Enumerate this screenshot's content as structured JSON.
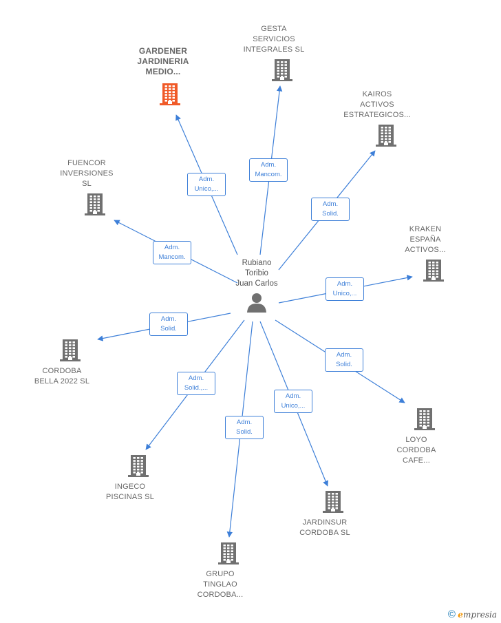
{
  "center": {
    "name": "Rubiano\nToribio\nJuan Carlos"
  },
  "companies": [
    {
      "id": "gardener",
      "name": "GARDENER\nJARDINERIA\nMEDIO...",
      "role": "Adm.\nUnico,...",
      "highlight": true
    },
    {
      "id": "gesta",
      "name": "GESTA\nSERVICIOS\nINTEGRALES SL",
      "role": "Adm.\nMancom.",
      "highlight": false
    },
    {
      "id": "kairos",
      "name": "KAIROS\nACTIVOS\nESTRATEGICOS...",
      "role": "Adm.\nSolid.",
      "highlight": false
    },
    {
      "id": "fuencor",
      "name": "FUENCOR\nINVERSIONES\nSL",
      "role": "Adm.\nMancom.",
      "highlight": false
    },
    {
      "id": "kraken",
      "name": "KRAKEN\nESPAÑA\nACTIVOS...",
      "role": "Adm.\nUnico,...",
      "highlight": false
    },
    {
      "id": "cordoba-bella",
      "name": "CORDOBA\nBELLA 2022  SL",
      "role": "Adm.\nSolid.",
      "highlight": false
    },
    {
      "id": "loyo",
      "name": "LOYO\nCORDOBA\nCAFE...",
      "role": "Adm.\nSolid.",
      "highlight": false
    },
    {
      "id": "ingeco",
      "name": "INGECO\nPISCINAS  SL",
      "role": "Adm.\nSolid.,...",
      "highlight": false
    },
    {
      "id": "jardinsur",
      "name": "JARDINSUR\nCORDOBA  SL",
      "role": "Adm.\nUnico,...",
      "highlight": false
    },
    {
      "id": "grupo-tinglao",
      "name": "GRUPO\nTINGLAO\nCORDOBA...",
      "role": "Adm.\nSolid.",
      "highlight": false
    }
  ],
  "colors": {
    "edge": "#3d7fd8",
    "building": "#707070",
    "highlight": "#f05a28",
    "person": "#707070"
  },
  "brand": {
    "copyright": "©",
    "e": "e",
    "rest": "mpresia"
  }
}
